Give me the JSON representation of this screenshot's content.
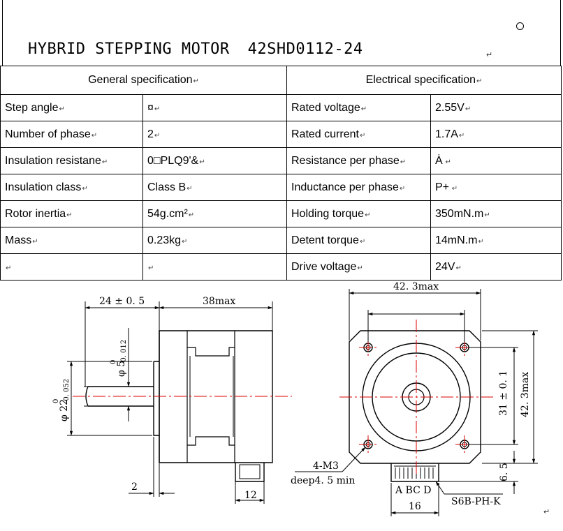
{
  "header": {
    "title": "HYBRID STEPPING MOTOR",
    "model": "42SHD0112-24"
  },
  "general": {
    "heading": "General specification",
    "rows": [
      {
        "label": "Step angle",
        "value": "¤"
      },
      {
        "label": "Number of phase",
        "value": "2"
      },
      {
        "label": "Insulation resistane",
        "value": "0□PLQ9'&"
      },
      {
        "label": "Insulation class",
        "value": "Class B"
      },
      {
        "label": "Rotor inertia",
        "value": "54g.cm²"
      },
      {
        "label": "Mass",
        "value": "0.23kg"
      },
      {
        "label": "",
        "value": ""
      }
    ]
  },
  "electrical": {
    "heading": "Electrical specification",
    "rows": [
      {
        "label": "Rated voltage",
        "value": "2.55V"
      },
      {
        "label": "Rated current",
        "value": "1.7A"
      },
      {
        "label": "Resistance per phase",
        "value": "Ȧ"
      },
      {
        "label": "Inductance per phase",
        "value": "P+"
      },
      {
        "label": "Holding torque",
        "value": "350mN.m"
      },
      {
        "label": "Detent torque",
        "value": "14mN.m"
      },
      {
        "label": "Drive voltage",
        "value": "24V"
      }
    ]
  },
  "drawing": {
    "side": {
      "shaft_length": "24 ± 0. 5",
      "body_length": "38max",
      "shaft_dia_main": "φ 5",
      "shaft_dia_tol_upper": "0",
      "shaft_dia_tol_lower": "-0. 012",
      "boss_dia_main": "φ 22",
      "boss_dia_tol_upper": "0",
      "boss_dia_tol_lower": "-0. 052",
      "boss_height": "2",
      "connector_width": "12"
    },
    "front": {
      "width_max": "42. 3max",
      "hole_spacing": "31 ± 0. 1",
      "height_max": "42. 3max",
      "holes_label": "4-M3",
      "holes_depth": "deep4. 5 min",
      "connector_offset": "6. 5",
      "pin_labels": "A  BC  D",
      "connector_len": "16",
      "connector_part": "S6B-PH-K"
    }
  }
}
